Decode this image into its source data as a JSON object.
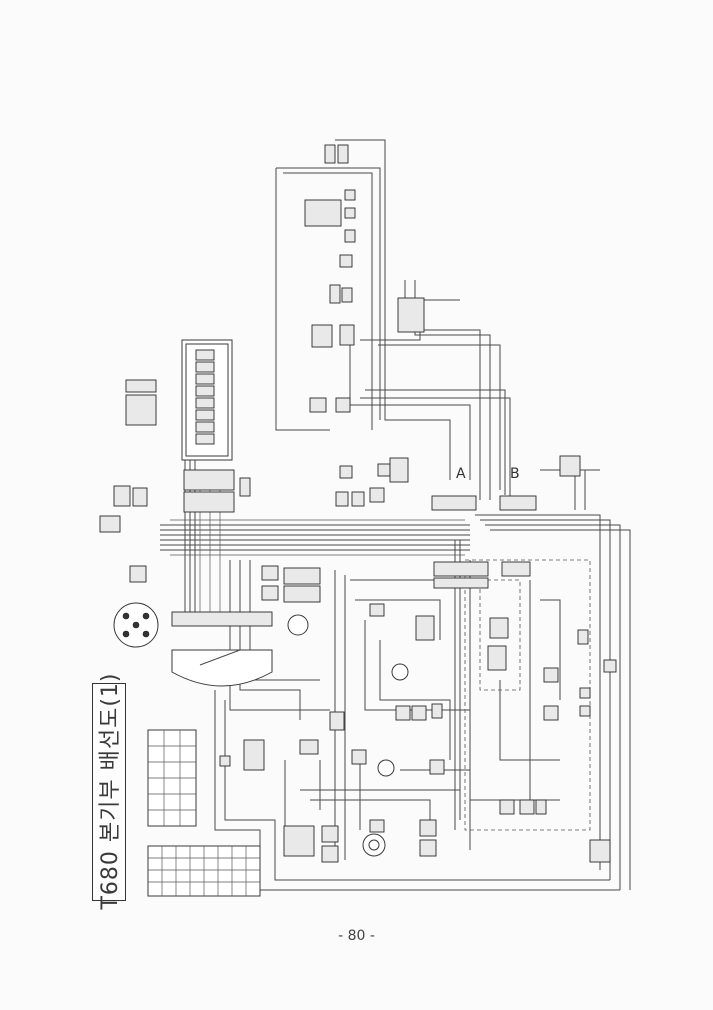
{
  "title": "T680 본기부 배선도(1)",
  "page_number": "- 80 -",
  "markers": {
    "a": "A",
    "b": "B"
  },
  "colors": {
    "line": "#4a4a4a",
    "background": "#fbfbfb"
  }
}
